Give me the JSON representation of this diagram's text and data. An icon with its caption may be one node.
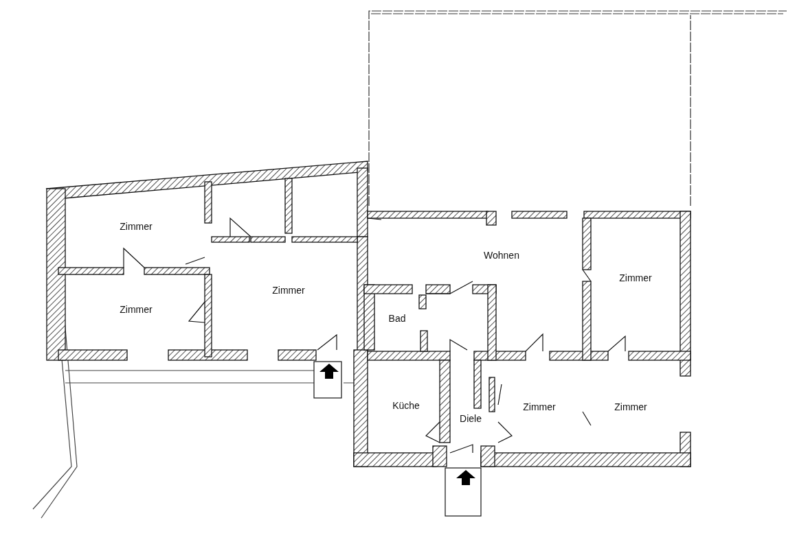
{
  "diagram": {
    "labels": [
      "Zimmer",
      "Wohnen",
      "Zimmer",
      "Zimmer",
      "Zimmer",
      "Bad",
      "Küche",
      "Zimmer",
      "Zimmer",
      "Diele"
    ]
  }
}
